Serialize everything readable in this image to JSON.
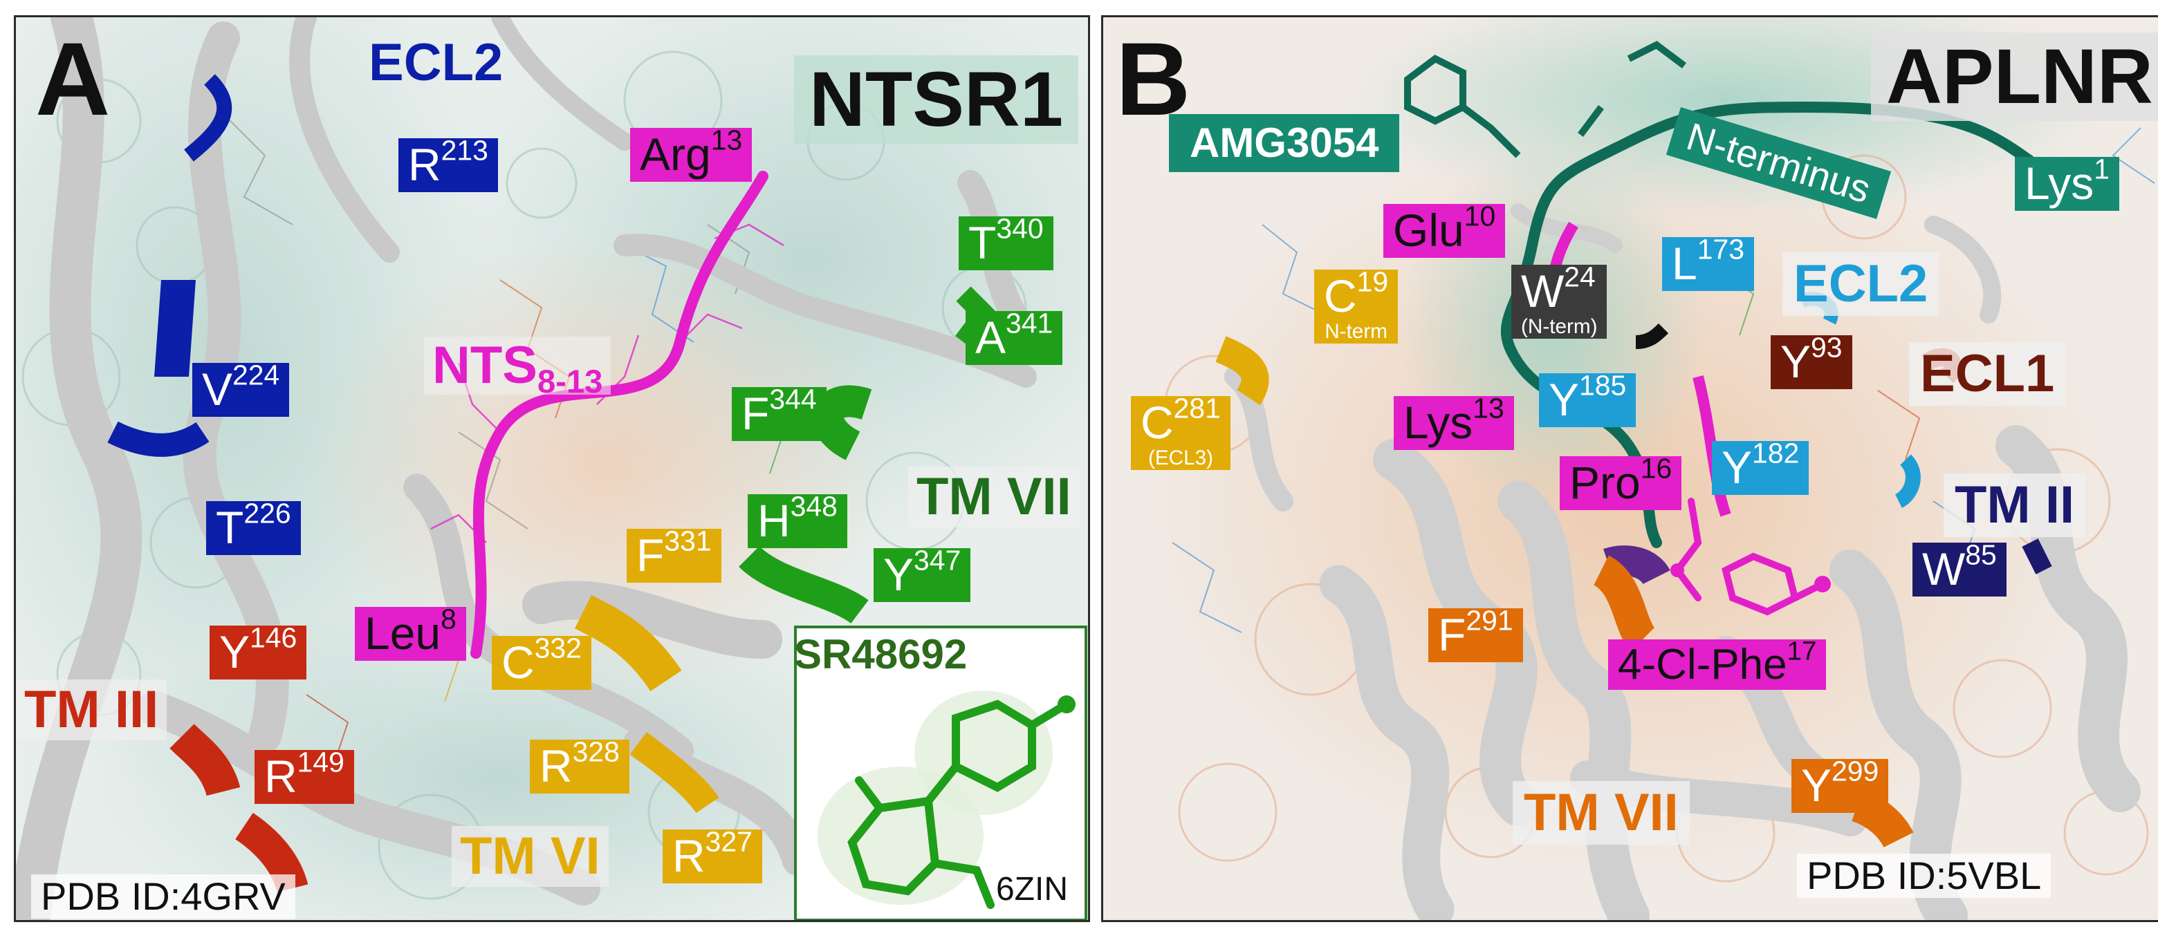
{
  "panels": {
    "a": {
      "letter": "A",
      "receptor": "NTSR1",
      "pdb": "PDB ID:4GRV",
      "inset": {
        "title": "SR48692",
        "code": "6ZIN"
      },
      "labels": {
        "ecl2": "ECL2",
        "r213_base": "R",
        "r213_num": "213",
        "arg13_base": "Arg",
        "arg13_num": "13",
        "t340_base": "T",
        "t340_num": "340",
        "a341_base": "A",
        "a341_num": "341",
        "v224_base": "V",
        "v224_num": "224",
        "nts_base": "NTS",
        "nts_sub": "8-13",
        "f344_base": "F",
        "f344_num": "344",
        "tm7": "TM VII",
        "t226_base": "T",
        "t226_num": "226",
        "h348_base": "H",
        "h348_num": "348",
        "f331_base": "F",
        "f331_num": "331",
        "y347_base": "Y",
        "y347_num": "347",
        "leu8_base": "Leu",
        "leu8_num": "8",
        "y146_base": "Y",
        "y146_num": "146",
        "c332_base": "C",
        "c332_num": "332",
        "tm3": "TM III",
        "r149_base": "R",
        "r149_num": "149",
        "r328_base": "R",
        "r328_num": "328",
        "tm6": "TM VI",
        "r327_base": "R",
        "r327_num": "327"
      }
    },
    "b": {
      "letter": "B",
      "receptor": "APLNR",
      "pdb": "PDB ID:5VBL",
      "labels": {
        "amg": "AMG3054",
        "nterminus": "N-terminus",
        "lys1_base": "Lys",
        "lys1_num": "1",
        "glu10_base": "Glu",
        "glu10_num": "10",
        "c19_base": "C",
        "c19_num": "19",
        "c19_note": "N-term",
        "w24_base": "W",
        "w24_num": "24",
        "w24_note": "(N-term)",
        "l173_base": "L",
        "l173_num": "173",
        "ecl2": "ECL2",
        "y93_base": "Y",
        "y93_num": "93",
        "ecl1": "ECL1",
        "c281_base": "C",
        "c281_num": "281",
        "c281_note": "(ECL3)",
        "lys13_base": "Lys",
        "lys13_num": "13",
        "y185_base": "Y",
        "y185_num": "185",
        "pro16_base": "Pro",
        "pro16_num": "16",
        "y182_base": "Y",
        "y182_num": "182",
        "tm2": "TM II",
        "w85_base": "W",
        "w85_num": "85",
        "f291_base": "F",
        "f291_num": "291",
        "clphe_base": "4-Cl-Phe",
        "clphe_num": "17",
        "tm7": "TM VII",
        "y299_base": "Y",
        "y299_num": "299"
      }
    }
  },
  "colors": {
    "navy": "#0b1fa8",
    "magenta": "#e21fc9",
    "green": "#1f9e1a",
    "dark_green": "#1f6e1b",
    "gold": "#e2ac08",
    "red": "#c72a12",
    "teal": "#178a72",
    "dark_teal": "#0f6b56",
    "gray": "#3b3b3b",
    "sky": "#1f9ed6",
    "maroon": "#6e1a0a",
    "indigo": "#1c1a6e",
    "orange": "#e06d08"
  }
}
